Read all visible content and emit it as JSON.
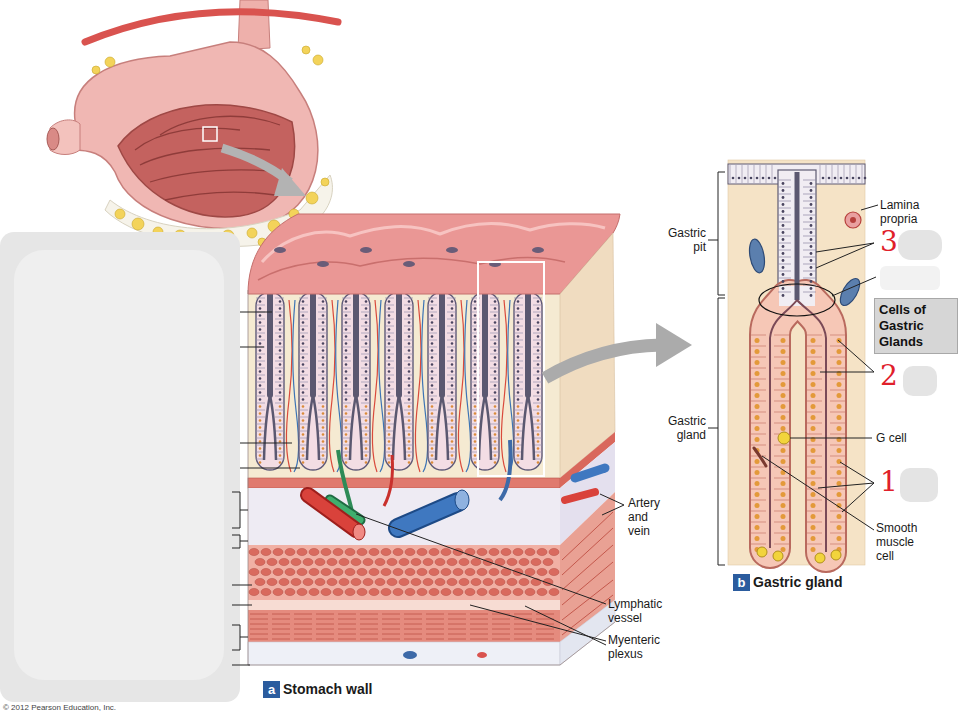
{
  "diagram": {
    "nodes": [
      {
        "text": [
          "Cells of Gastric Glands"
        ]
      },
      {
        "text": [
          "a"
        ]
      },
      {
        "text": [
          "b"
        ]
      }
    ],
    "labels": [
      "Lamina propria",
      "Gastric pit",
      "3",
      "2",
      "Gastric gland",
      "G cell",
      "1",
      "Smooth muscle cell",
      "Artery and vein",
      "Lymphatic vessel",
      "Myenteric plexus",
      "Stomach wall",
      "Gastric gland",
      "© 2012 Pearson Education, Inc."
    ]
  }
}
